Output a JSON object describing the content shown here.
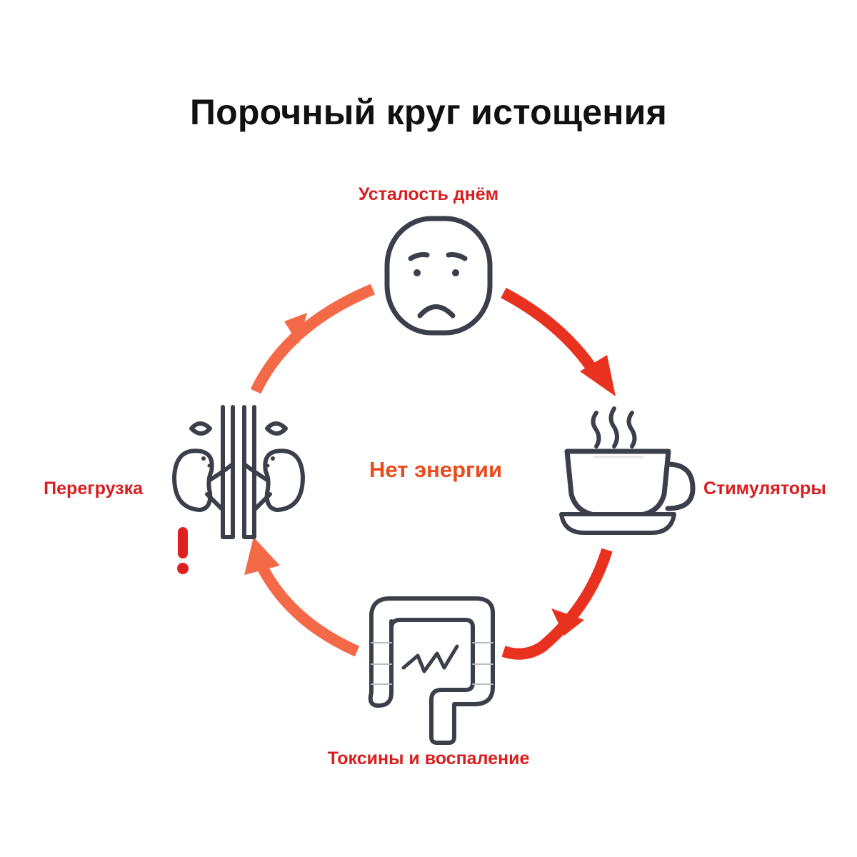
{
  "title": "Порочный круг истощения",
  "center_label": "Нет энергии",
  "stages": [
    {
      "label": "Усталость днём",
      "icon": "sad-face-icon"
    },
    {
      "label": "Стимуляторы",
      "icon": "coffee-cup-icon"
    },
    {
      "label": "Токсины и воспаление",
      "icon": "intestines-icon"
    },
    {
      "label": "Перегрузка",
      "icon": "kidneys-adrenal-icon"
    }
  ],
  "warning_mark": "!",
  "colors": {
    "label": "#d81e1e",
    "center": "#ec4a1c",
    "arrow_dark": "#e8321f",
    "arrow_light": "#f46a48",
    "icon_stroke": "#3a3f4a",
    "title": "#111111"
  }
}
